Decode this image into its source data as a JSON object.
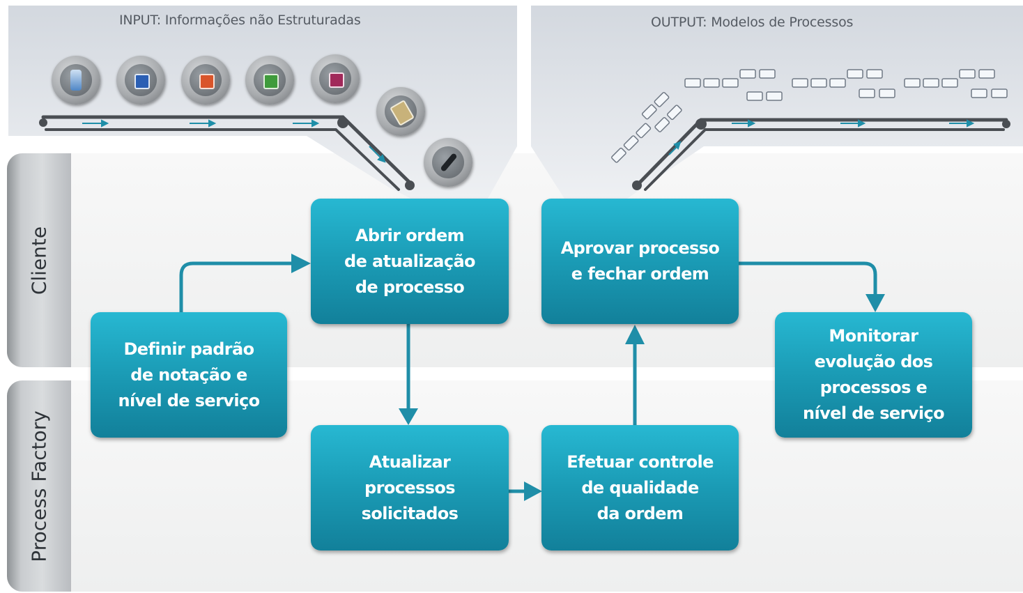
{
  "input_panel": {
    "title": "INPUT: Informações não Estruturadas"
  },
  "output_panel": {
    "title": "OUTPUT: Modelos de Processos"
  },
  "lanes": {
    "cliente": "Cliente",
    "process_factory": "Process Factory"
  },
  "boxes": {
    "definir": "Definir padrão\nde notação e\nnível de serviço",
    "abrir": "Abrir ordem\nde atualização\nde processo",
    "aprovar": "Aprovar processo\ne fechar ordem",
    "monitorar": "Monitorar\nevolução dos\nprocessos e\nnível de serviço",
    "atualizar": "Atualizar\nprocessos\nsolicitados",
    "efetuar": "Efetuar controle\nde qualidade\nda ordem"
  },
  "input_icons": [
    "mobile-device-icon",
    "word-document-icon",
    "powerpoint-icon",
    "excel-icon",
    "access-icon",
    "clipboard-icon",
    "microphone-icon"
  ],
  "colors": {
    "box": "#1b9cb6",
    "arrow": "#1f8ea8",
    "lane": "#f3f4f4",
    "panel": "#e6e9ee"
  }
}
